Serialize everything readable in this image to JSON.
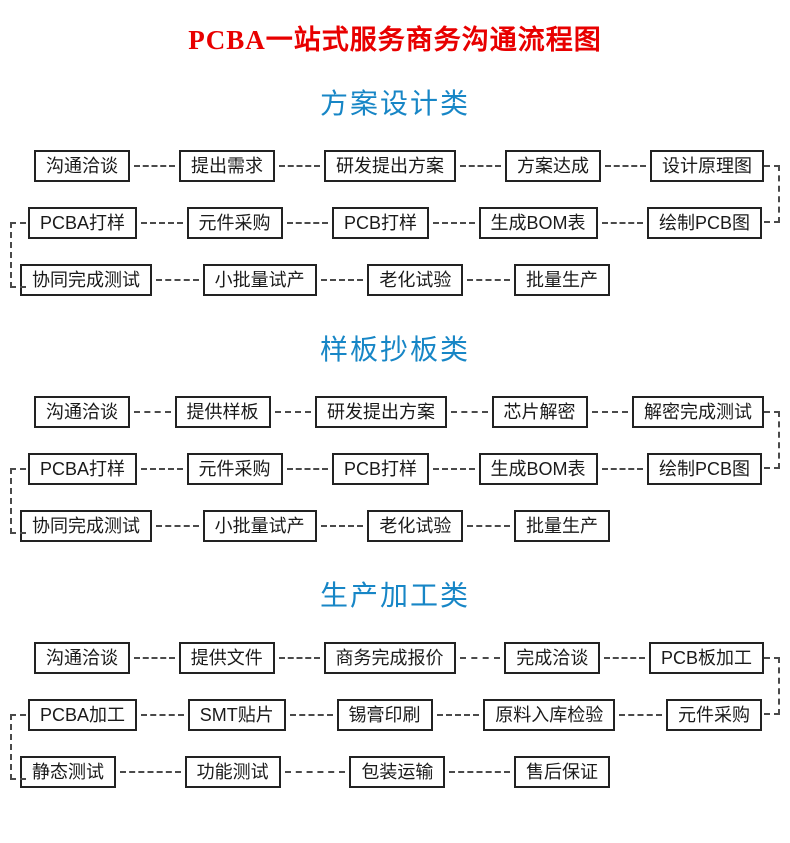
{
  "page": {
    "title": "PCBA一站式服务商务沟通流程图"
  },
  "colors": {
    "title_red": "#e80000",
    "section_blue": "#1786c6",
    "box_border": "#222222",
    "box_text": "#1a1a1a",
    "connector": "#4a4a4a",
    "background": "#ffffff"
  },
  "sections": [
    {
      "title": "方案设计类",
      "rows": [
        {
          "boxes": [
            "沟通洽谈",
            "提出需求",
            "研发提出方案",
            "方案达成",
            "设计原理图"
          ]
        },
        {
          "boxes": [
            "PCBA打样",
            "元件采购",
            "PCB打样",
            "生成BOM表",
            "绘制PCB图"
          ]
        },
        {
          "boxes": [
            "协同完成测试",
            "小批量试产",
            "老化试验",
            "批量生产"
          ]
        }
      ]
    },
    {
      "title": "样板抄板类",
      "rows": [
        {
          "boxes": [
            "沟通洽谈",
            "提供样板",
            "研发提出方案",
            "芯片解密",
            "解密完成测试"
          ]
        },
        {
          "boxes": [
            "PCBA打样",
            "元件采购",
            "PCB打样",
            "生成BOM表",
            "绘制PCB图"
          ]
        },
        {
          "boxes": [
            "协同完成测试",
            "小批量试产",
            "老化试验",
            "批量生产"
          ]
        }
      ]
    },
    {
      "title": "生产加工类",
      "rows": [
        {
          "boxes": [
            "沟通洽谈",
            "提供文件",
            "商务完成报价",
            "完成洽谈",
            "PCB板加工"
          ]
        },
        {
          "boxes": [
            "PCBA加工",
            "SMT贴片",
            "锡膏印刷",
            "原料入库检验",
            "元件采购"
          ]
        },
        {
          "boxes": [
            "静态测试",
            "功能测试",
            "包装运输",
            "售后保证"
          ]
        }
      ]
    }
  ]
}
